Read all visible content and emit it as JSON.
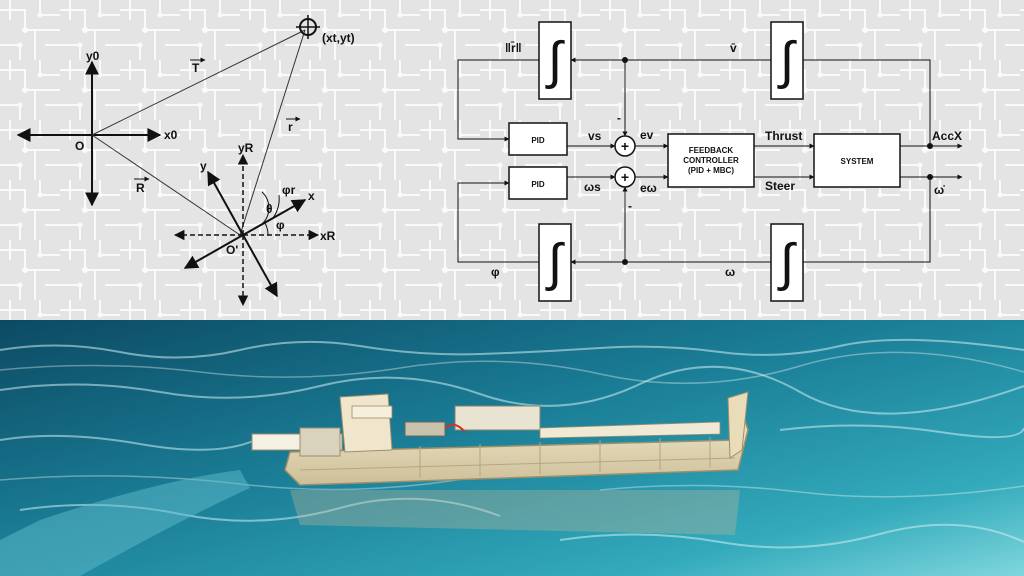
{
  "geometry_diagram": {
    "origin_global": "O",
    "origin_robot": "O'",
    "y0": "y0",
    "x0": "x0",
    "yR": "yR",
    "xR": "xR",
    "x": "x",
    "y": "y",
    "target_point": "(xt,yt)",
    "vector_T": "T",
    "vector_R": "R",
    "vector_r": "r",
    "theta": "θ",
    "phi_r": "φr",
    "phi": "φ"
  },
  "control_diagram": {
    "pid_top": "PID",
    "pid_bottom": "PID",
    "controller_line1": "FEEDBACK",
    "controller_line2": "CONTROLLER",
    "controller_line3": "(PID + MBC)",
    "system": "SYSTEM",
    "thrust": "Thrust",
    "steer": "Steer",
    "accx": "AccX",
    "omega_dot": "ω̇",
    "v_bar": "v̄",
    "norm_r": "‖r̄‖",
    "vs": "vs",
    "omega_s": "ωs",
    "e_v": "ev",
    "e_omega": "eω",
    "minus_top": "-",
    "minus_bottom": "-",
    "phi": "φ",
    "omega": "ω",
    "plus_sign": "+"
  },
  "photo": {
    "description_icon": "model-boat-photo"
  },
  "colors": {
    "water_dark": "#0f5f78",
    "water_light": "#3bb3c4",
    "boat": "#e6dcc0"
  }
}
